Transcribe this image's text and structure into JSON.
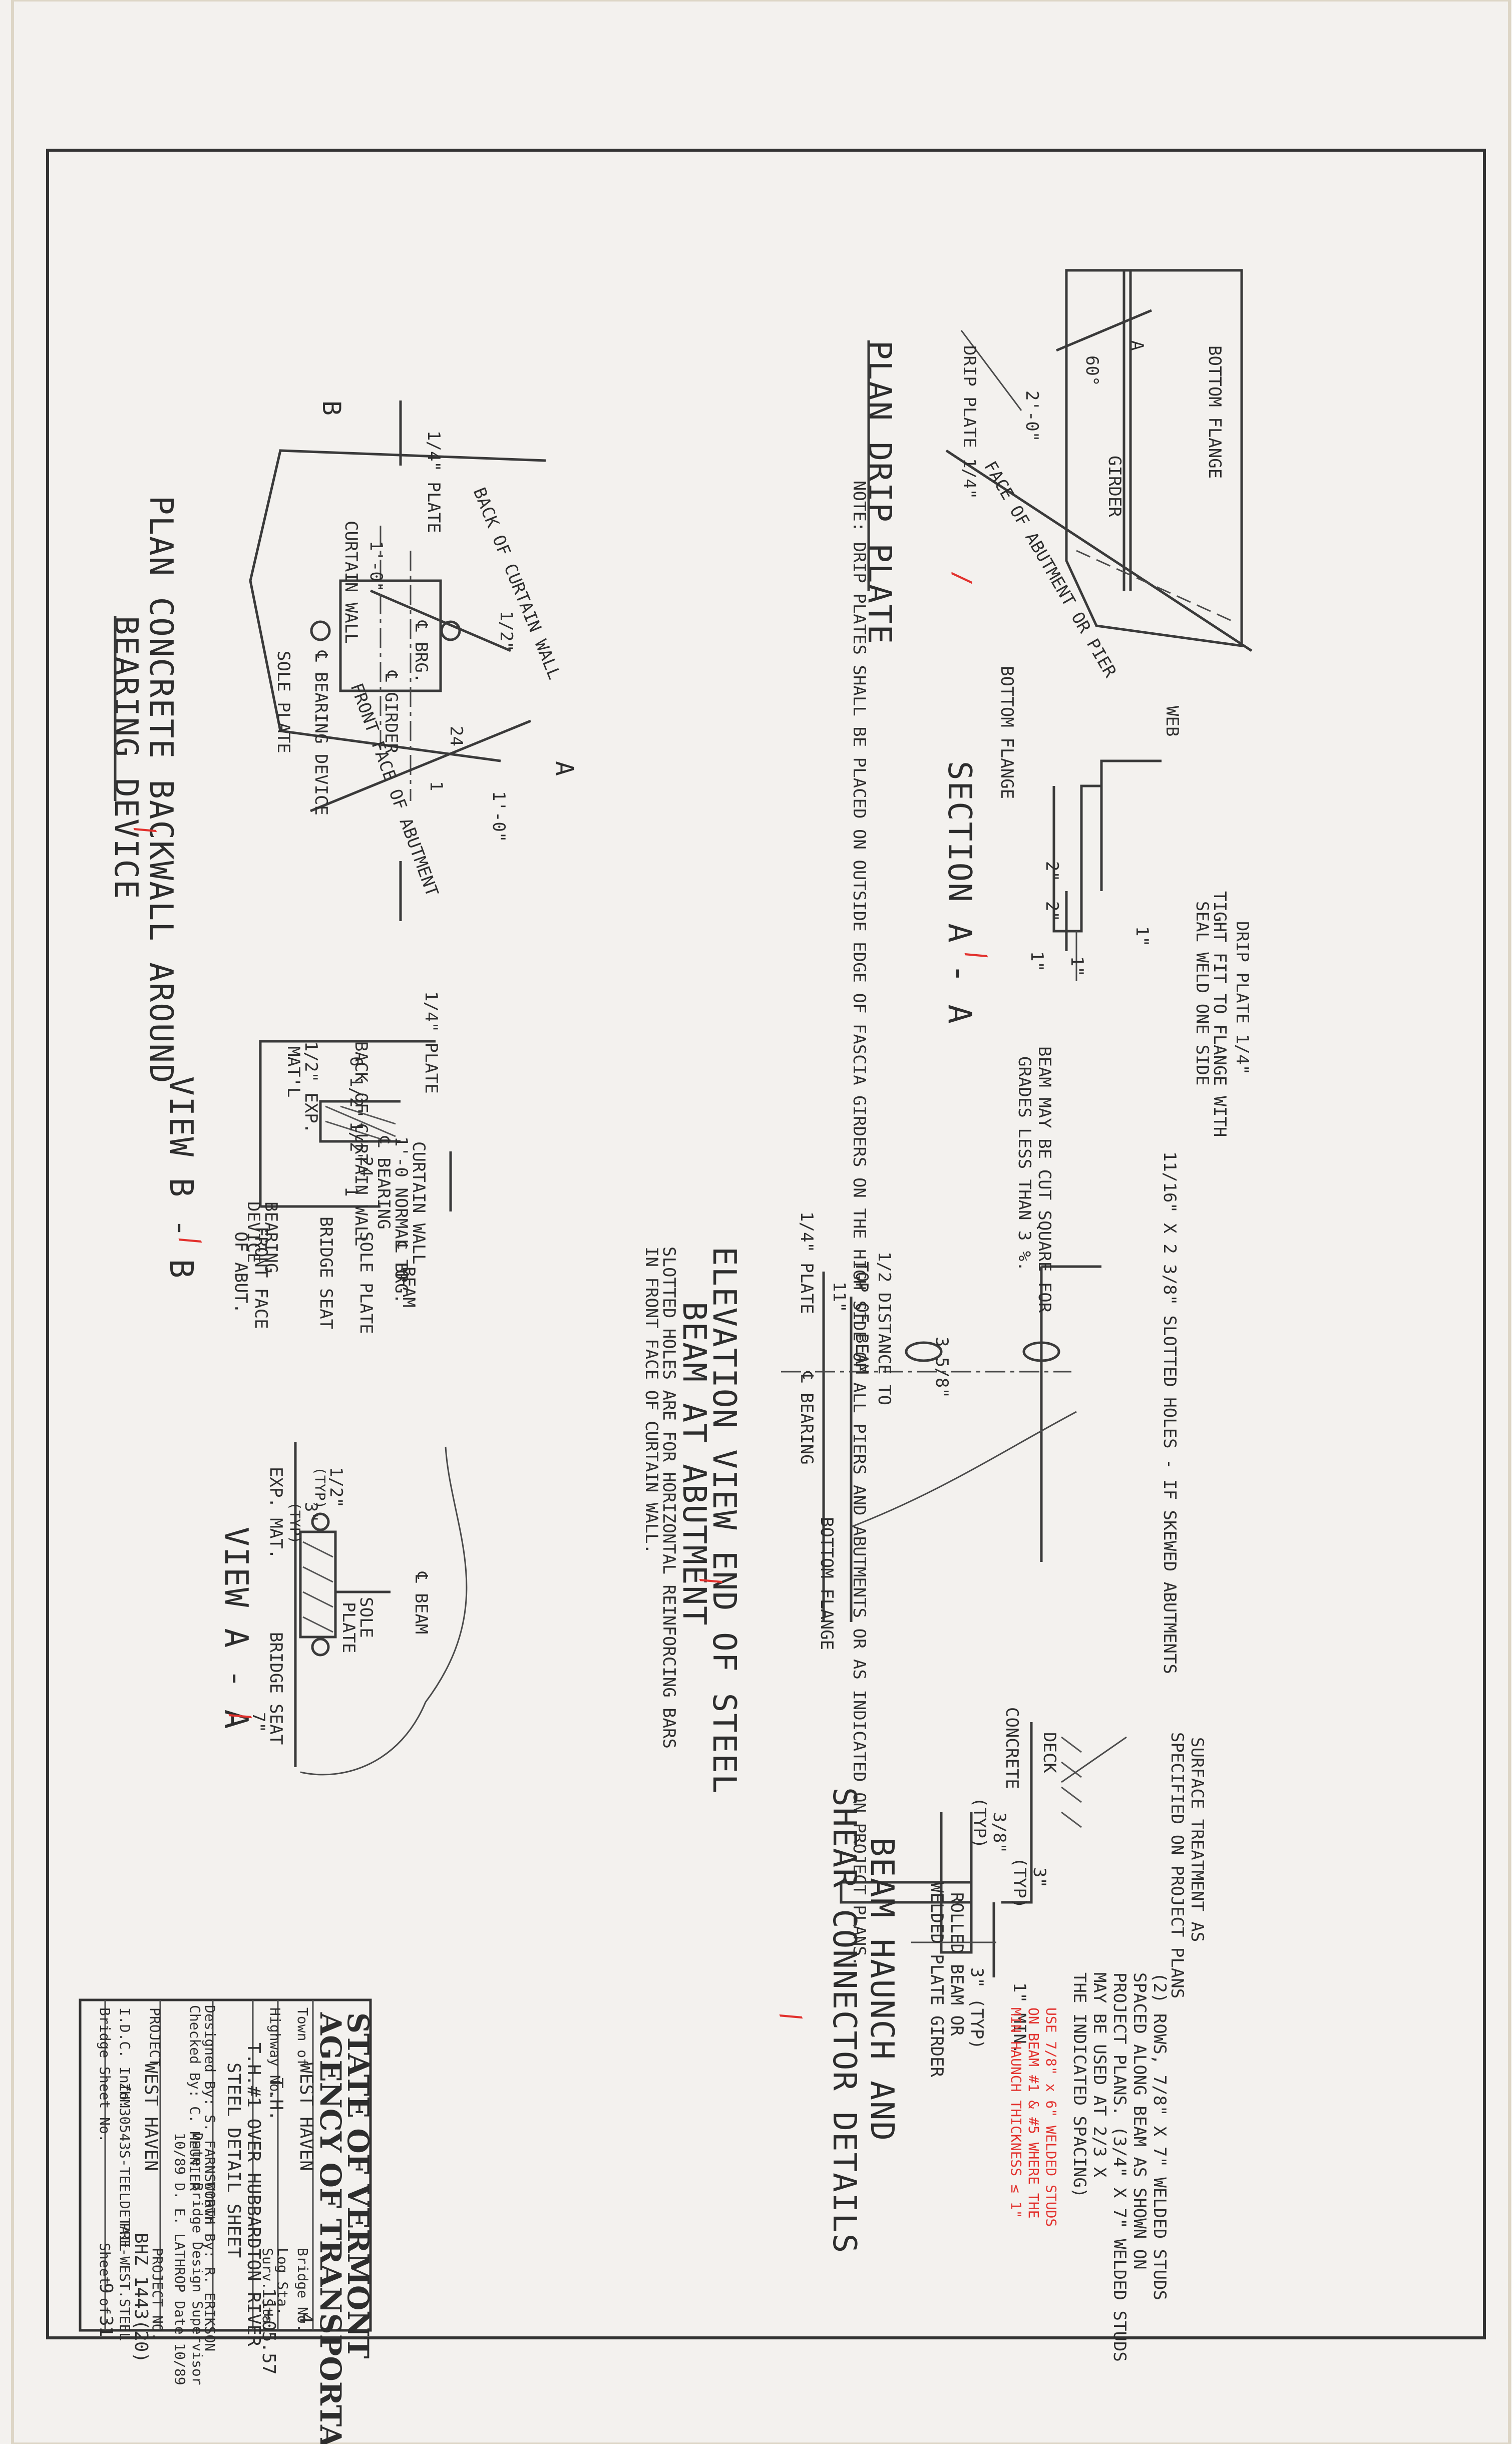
{
  "title_block": {
    "heading_1": "STATE OF VERMONT",
    "heading_2": "AGENCY OF TRANSPORTATION",
    "town_label": "Town of",
    "town": "WEST HAVEN",
    "bridge_no_label": "Bridge No.",
    "bridge_no": "4",
    "highway_label": "Highway No.",
    "highway": "T.H.",
    "log_sta_label": "Log Sta.",
    "surv_sta_label": "Surv. Sta.",
    "surv_sta": "11+05.57",
    "location": "T.H.#1 OVER HUBBARDTON RIVER",
    "sheet_title": "STEEL DETAIL SHEET",
    "designed_by": "Designed By: S. FARNSWORTH",
    "drawn_by": "Drawn By: R. ERIKSON",
    "checked_by": "Checked By: C. MEUNIER",
    "date_label": "Date",
    "date": "10/89",
    "bridge_design_supervisor": "Bridge Design Supervisor",
    "supervisor": "D. E. LATHROP Date 10/89",
    "project_label": "PROJECT",
    "project": "WEST HAVEN",
    "project_no_label": "PROJECT NO.",
    "project_no": "BHZ 1443(20)",
    "idc_label": "I.D.C. Info.",
    "idc": "ZHM30543S-TEELDETAIL",
    "file": "PRE-WEST.STEEL",
    "bridge_sheet_label": "Bridge Sheet No.",
    "sheet_label": "Sheet",
    "sheet_no": "9",
    "of_label": "of",
    "sheet_total": "31"
  },
  "plan_drip_plate": {
    "title": "PLAN DRIP PLATE",
    "bottom_flange": "BOTTOM FLANGE",
    "girder": "GIRDER",
    "face_of_abutment": "FACE OF ABUTMENT OR PIER",
    "drip_plate": "DRIP PLATE 1/4\"",
    "angle": "60°",
    "dim": "2'-0\"",
    "section_a": "A",
    "note": "NOTE: DRIP PLATES SHALL BE PLACED ON OUTSIDE EDGE OF FASCIA GIRDERS ON THE HIGH SIDE OF ALL PIERS AND ABUTMENTS OR AS INDICATED ON PROJECT PLANS."
  },
  "section_aa_drip": {
    "title": "SECTION A - A",
    "web": "WEB",
    "bottom_flange": "BOTTOM FLANGE",
    "drip_plate": "DRIP PLATE 1/4\"",
    "fit_note_1": "TIGHT FIT TO FLANGE WITH",
    "fit_note_2": "SEAL WELD ONE SIDE",
    "dim_2a": "2\"",
    "dim_2b": "2\"",
    "dim_1a": "1\"",
    "dim_1b": "1\"",
    "dim_1c": "1\""
  },
  "elevation_end_steel": {
    "title_1": "ELEVATION VIEW END OF STEEL",
    "title_2": "BEAM AT ABUTMENT",
    "slot_note": "11/16\" X 2 3/8\" SLOTTED HOLES - IF SKEWED ABUTMENTS",
    "square_note_1": "BEAM MAY BE CUT SQUARE FOR",
    "square_note_2": "GRADES LESS THAN 3 %.",
    "plate": "1/4\" PLATE",
    "dim_11": "11\"",
    "dist_1": "1/2 DISTANCE TO",
    "dist_2": "TOP OF BEAM",
    "dim_slot": "3 5/8\"",
    "bearing": "℄ BEARING",
    "bottom_flange": "BOTTOM FLANGE",
    "slotted_note_1": "SLOTTED HOLES ARE FOR HORIZONTAL REINFORCING BARS",
    "slotted_note_2": "IN FRONT FACE OF CURTAIN WALL."
  },
  "beam_haunch": {
    "title_1": "BEAM HAUNCH AND",
    "title_2": "SHEAR CONNECTOR DETAILS",
    "surface_1": "SURFACE TREATMENT AS",
    "surface_2": "SPECIFIED ON PROJECT PLANS",
    "concrete": "CONCRETE",
    "deck": "DECK",
    "studs_1": "(2) ROWS, 7/8\" X 7\" WELDED STUDS",
    "studs_2": "SPACED ALONG BEAM AS SHOWN ON",
    "studs_3": "PROJECT PLANS. (3/4\" X 7\" WELDED STUDS",
    "studs_4": "MAY BE USED AT 2/3 X",
    "studs_5": "THE INDICATED SPACING)",
    "dim_38": "3/8\"",
    "typ_1": "(TYP)",
    "dim_3": "3\"",
    "typ_2": "(TYP)",
    "dim_1min": "1\" MIN.",
    "dim_3typ": "3\" (TYP)",
    "rolled_1": "ROLLED BEAM OR",
    "rolled_2": "WELDED PLATE GIRDER",
    "red_note_1": "USE 7/8\" x 6\" WELDED STUDS",
    "red_note_2": "ON BEAM #1 & #5 WHERE THE",
    "red_note_3": "MIN HAUNCH THICKNESS ≤ 1\""
  },
  "plan_backwall": {
    "title_1": "PLAN CONCRETE BACKWALL AROUND",
    "title_2": "BEARING DEVICE",
    "plate": "1/4\" PLATE",
    "back_wall": "BACK OF CURTAIN WALL",
    "curtain_wall": "CURTAIN WALL",
    "dim_10": "1'-0\"",
    "dim_half": "1/2\"",
    "brg": "℄ BRG.",
    "girder": "℄ GIRDER",
    "front_face": "FRONT FACE OF ABUTMENT",
    "sole_plate": "SOLE PLATE",
    "bearing_device": "℄ BEARING DEVICE",
    "dim_24": "24",
    "dim_1": "1",
    "dim_10b": "1'-0\"",
    "sec_a": "A",
    "sec_b": "B"
  },
  "view_bb": {
    "title": "VIEW B - B",
    "plate": "1/4\" PLATE",
    "back_wall": "BACK OF CURTAIN WALL",
    "dim_612": "6 1/2\"",
    "dim_half": "1/2\"",
    "exp_1": "1/2\" EXP.",
    "exp_2": "MAT'L",
    "cw_1": "CURTAIN WALL",
    "cw_2": "1'-0 NORMAL TO",
    "cw_3": "℄ BEARING",
    "brg": "℄ BRG.",
    "beam": "BEAM",
    "bearing_1": "BEARING",
    "bearing_2": "DEVICE",
    "dim_24": "24",
    "dim_1": "1",
    "sole_plate": "SOLE PLATE",
    "bridge_seat": "BRIDGE SEAT",
    "front_1": "FRONT FACE",
    "front_2": "OF ABUT."
  },
  "view_aa": {
    "title": "VIEW A - A",
    "beam": "℄ BEAM",
    "sole_1": "SOLE",
    "sole_2": "PLATE",
    "bridge_seat": "BRIDGE SEAT",
    "exp_mat": "EXP. MAT.",
    "dim_half": "1/2\"",
    "typ": "(TYP)",
    "dim_3": "3\"",
    "typ2": "(TYP)",
    "dim_7": "7\""
  }
}
